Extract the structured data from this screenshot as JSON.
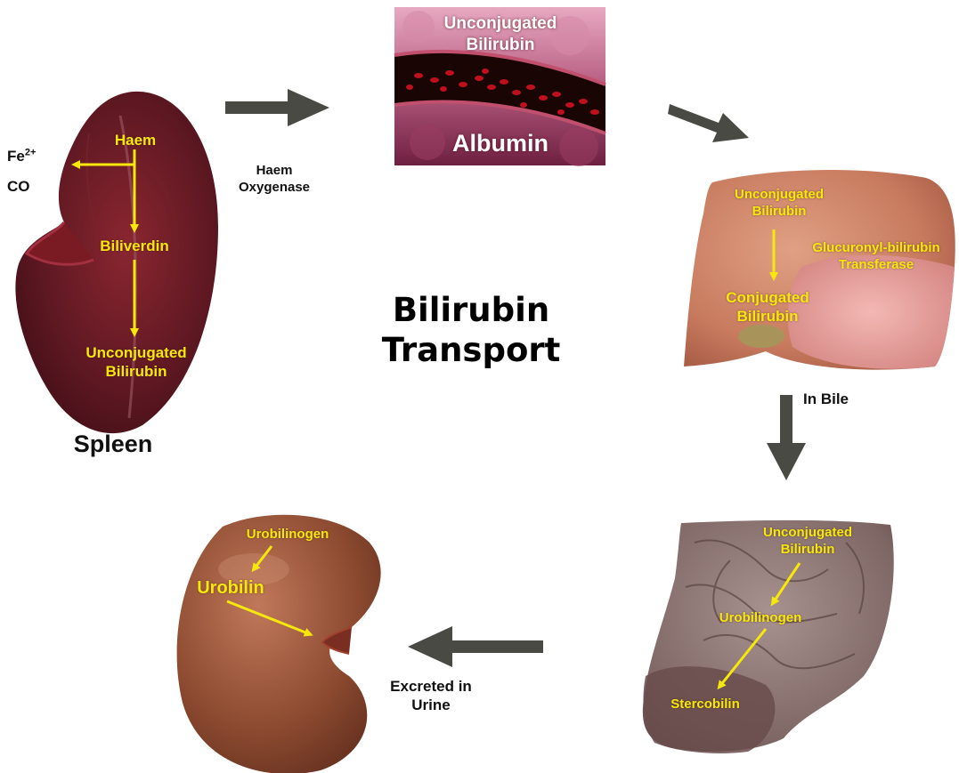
{
  "title": {
    "line1": "Bilirubin",
    "line2": "Transport"
  },
  "spleen": {
    "label": "Spleen",
    "haem": "Haem",
    "fe": "Fe",
    "fe_charge": "2+",
    "co": "CO",
    "biliverdin": "Biliverdin",
    "unconjugated_line1": "Unconjugated",
    "unconjugated_line2": "Bilirubin"
  },
  "haem_oxygenase": {
    "line1": "Haem",
    "line2": "Oxygenase"
  },
  "blood": {
    "unconjugated_line1": "Unconjugated",
    "unconjugated_line2": "Bilirubin",
    "albumin": "Albumin"
  },
  "liver": {
    "unconjugated_line1": "Unconjugated",
    "unconjugated_line2": "Bilirubin",
    "conjugated_line1": "Conjugated",
    "conjugated_line2": "Bilirubin",
    "enzyme_line1": "Glucuronyl-bilirubin",
    "enzyme_line2": "Transferase"
  },
  "in_bile": "In Bile",
  "intestine": {
    "unconjugated_line1": "Unconjugated",
    "unconjugated_line2": "Bilirubin",
    "urobilinogen": "Urobilinogen",
    "stercobilin": "Stercobilin"
  },
  "excreted": {
    "line1": "Excreted in",
    "line2": "Urine"
  },
  "kidney": {
    "urobilinogen": "Urobilinogen",
    "urobilin": "Urobilin"
  },
  "colors": {
    "flow_arrow": "#4a4a44",
    "label_yellow": "#f7e80c",
    "spleen": "#5e1822",
    "liver": "#c77a5e",
    "kidney": "#8c4a30",
    "intestine": "#8a7370",
    "blood_vessel": "#1a0505",
    "red_cells": "#c0101e"
  },
  "icons": [
    "spleen-image",
    "blood-vessel-image",
    "liver-image",
    "intestine-image",
    "kidney-image"
  ]
}
